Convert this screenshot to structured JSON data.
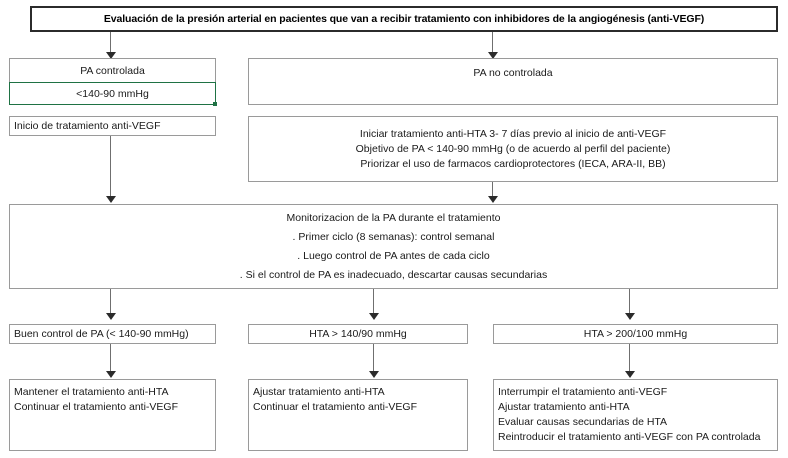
{
  "title": {
    "text": "Evaluación de la presión arterial en pacientes que van a recibir tratamiento con inhibidores de la angiogénesis (anti-VEGF)"
  },
  "boxes": {
    "pa_controlada": {
      "header": "PA controlada",
      "value": "<140-90 mmHg",
      "selection_color": "#1f7244"
    },
    "pa_no_controlada": {
      "text": "PA no controlada"
    },
    "inicio_tratamiento": {
      "text": "Inicio de tratamiento  anti-VEGF"
    },
    "iniciar_anti_hta": {
      "lines": [
        "Iniciar tratamiento anti-HTA 3- 7 días previo al inicio de anti-VEGF",
        "Objetivo de PA < 140-90 mmHg (o de acuerdo al perfil del paciente)",
        "Priorizar el uso de farmacos cardioprotectores (IECA, ARA-II, BB)"
      ]
    },
    "monitorizacion": {
      "lines": [
        "Monitorizacion de la PA durante el tratamiento",
        ". Primer ciclo (8 semanas): control semanal",
        ". Luego control de PA antes de cada ciclo",
        ". Si el control de PA es inadecuado, descartar causas secundarias"
      ]
    },
    "outcome_1_header": {
      "text": "Buen control de PA (< 140-90 mmHg)"
    },
    "outcome_2_header": {
      "text": "HTA > 140/90 mmHg"
    },
    "outcome_3_header": {
      "text": "HTA > 200/100 mmHg"
    },
    "action_1": {
      "lines": [
        "Mantener el tratamiento anti-HTA",
        "Continuar el tratamiento anti-VEGF"
      ]
    },
    "action_2": {
      "lines": [
        "Ajustar tratamiento anti-HTA",
        "Continuar el tratamiento anti-VEGF"
      ]
    },
    "action_3": {
      "lines": [
        "Interrumpir el tratamiento anti-VEGF",
        "Ajustar tratamiento anti-HTA",
        "Evaluar causas secundarias de HTA",
        "Reintroducir el tratamiento anti-VEGF con PA controlada"
      ]
    }
  },
  "colors": {
    "box_border": "#9a9a9a",
    "title_border": "#2b2b2b",
    "connector": "#6f6f6f",
    "arrow": "#2b2b2b",
    "text": "#1a1a1a",
    "selection": "#1f7244"
  }
}
